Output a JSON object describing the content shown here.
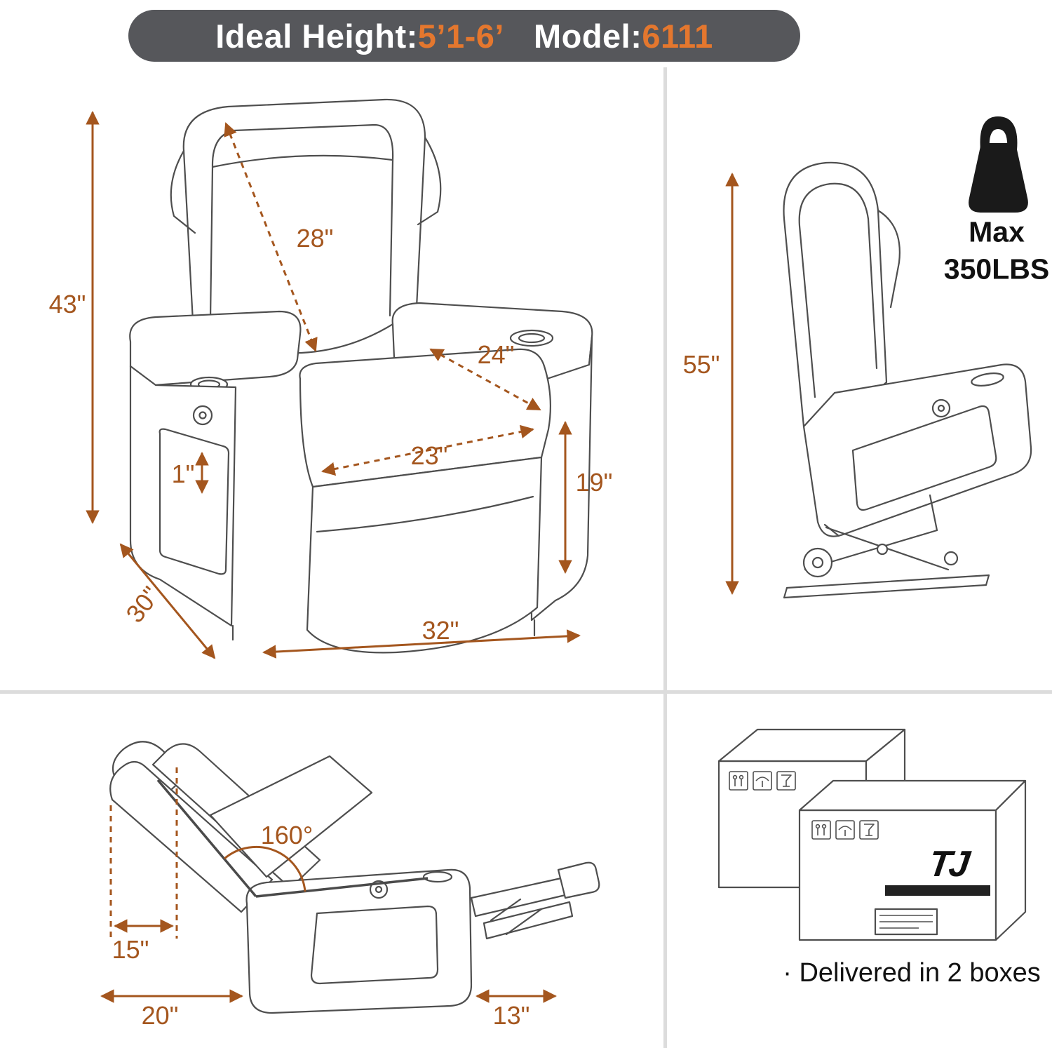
{
  "banner": {
    "label1": "Ideal Height:",
    "value1": "5’1-6’",
    "label2": "Model:",
    "value2": "6111"
  },
  "front_view": {
    "height": "43\"",
    "back_length": "28\"",
    "seat_width": "24\"",
    "seat_depth": "23\"",
    "pocket_gap": "1\"",
    "seat_height": "19\"",
    "depth": "30\"",
    "width": "32\""
  },
  "lift_view": {
    "lift_height": "55\""
  },
  "weight_limit": {
    "line1": "Max",
    "line2": "350LBS"
  },
  "recline_view": {
    "angle": "160°",
    "footrest_height": "15\"",
    "base_length": "20\"",
    "footrest_length": "13\""
  },
  "delivery": {
    "logo": "TJ",
    "note": "· Delivered in 2 boxes"
  },
  "colors": {
    "accent_orange": "#e4772e",
    "dimension_brown": "#a4561e",
    "banner_gray": "#56575b"
  }
}
